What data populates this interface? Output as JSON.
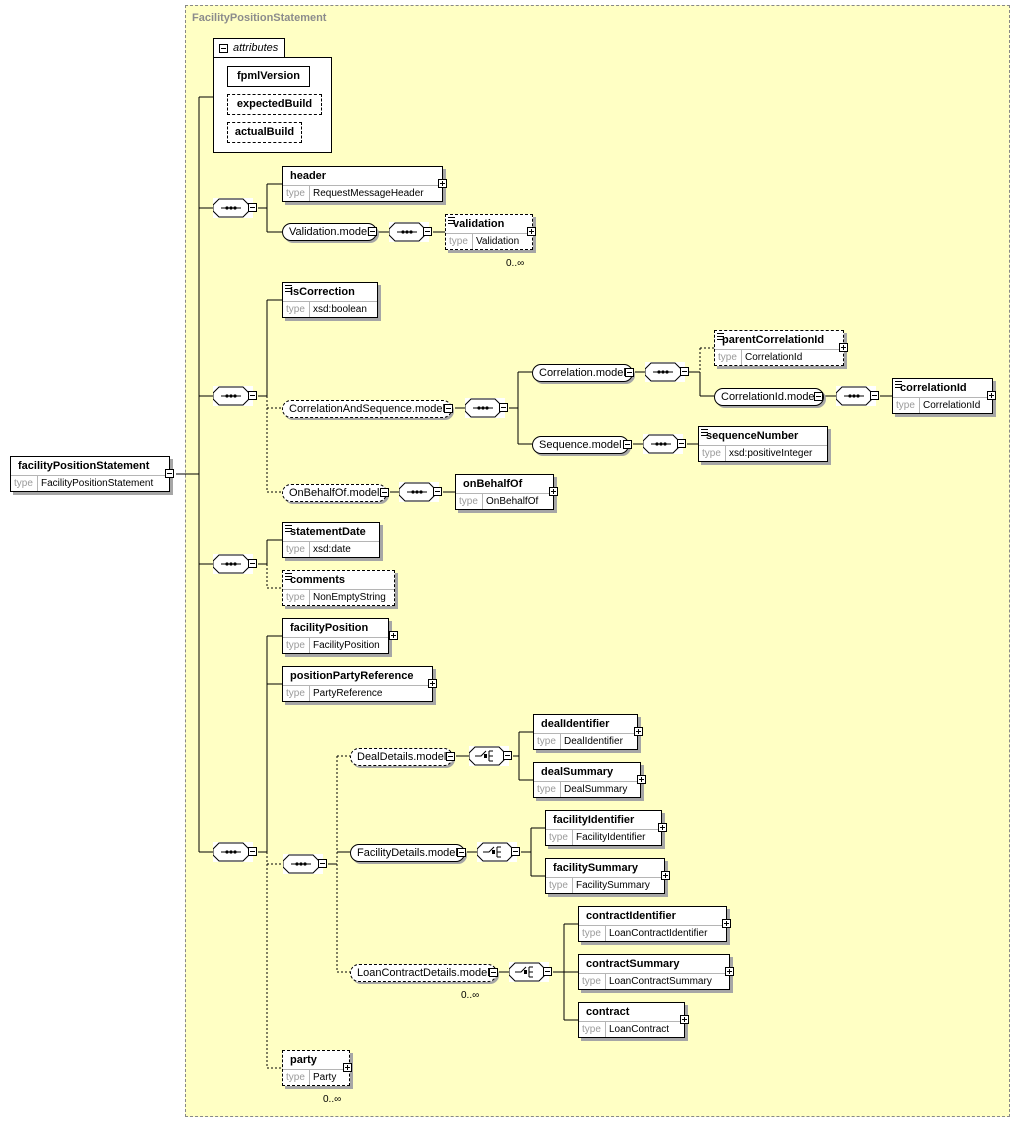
{
  "container_title": "FacilityPositionStatement",
  "type_label": "type",
  "root": {
    "name": "facilityPositionStatement",
    "type": "FacilityPositionStatement"
  },
  "attributes": {
    "title": "attributes",
    "items": [
      "fpmlVersion",
      "expectedBuild",
      "actualBuild"
    ]
  },
  "elements": {
    "header": {
      "name": "header",
      "type": "RequestMessageHeader"
    },
    "validation": {
      "name": "validation",
      "type": "Validation",
      "mult": "0..∞"
    },
    "isCorrection": {
      "name": "isCorrection",
      "type": "xsd:boolean"
    },
    "parentCorrelationId": {
      "name": "parentCorrelationId",
      "type": "CorrelationId"
    },
    "correlationId": {
      "name": "correlationId",
      "type": "CorrelationId"
    },
    "sequenceNumber": {
      "name": "sequenceNumber",
      "type": "xsd:positiveInteger"
    },
    "onBehalfOf": {
      "name": "onBehalfOf",
      "type": "OnBehalfOf"
    },
    "statementDate": {
      "name": "statementDate",
      "type": "xsd:date"
    },
    "comments": {
      "name": "comments",
      "type": "NonEmptyString"
    },
    "facilityPosition": {
      "name": "facilityPosition",
      "type": "FacilityPosition"
    },
    "positionPartyReference": {
      "name": "positionPartyReference",
      "type": "PartyReference"
    },
    "dealIdentifier": {
      "name": "dealIdentifier",
      "type": "DealIdentifier"
    },
    "dealSummary": {
      "name": "dealSummary",
      "type": "DealSummary"
    },
    "facilityIdentifier": {
      "name": "facilityIdentifier",
      "type": "FacilityIdentifier"
    },
    "facilitySummary": {
      "name": "facilitySummary",
      "type": "FacilitySummary"
    },
    "contractIdentifier": {
      "name": "contractIdentifier",
      "type": "LoanContractIdentifier"
    },
    "contractSummary": {
      "name": "contractSummary",
      "type": "LoanContractSummary"
    },
    "contract": {
      "name": "contract",
      "type": "LoanContract"
    },
    "party": {
      "name": "party",
      "type": "Party",
      "mult": "0..∞"
    }
  },
  "models": {
    "validation": "Validation.model",
    "correlationAndSequence": "CorrelationAndSequence.model",
    "correlation": "Correlation.model",
    "correlationId": "CorrelationId.model",
    "sequence": "Sequence.model",
    "onBehalfOf": "OnBehalfOf.model",
    "dealDetails": "DealDetails.model",
    "facilityDetails": "FacilityDetails.model",
    "loanContractDetails": "LoanContractDetails.model",
    "loanContractDetails_mult": "0..∞"
  }
}
